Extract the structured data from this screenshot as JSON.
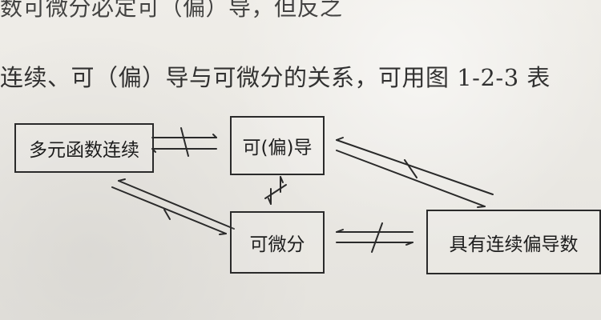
{
  "text_lines": {
    "line1": "数可微分必定可（偏）导，但反之",
    "line2": "连续、可（偏）导与可微分的关系，可用图 1-2-3 表"
  },
  "nodes": {
    "multi": "多元函数连续",
    "partial": "可(偏)导",
    "diff": "可微分",
    "cont": "具有连续偏导数"
  },
  "colors": {
    "ink": "#1d1d1d",
    "paper": "#e9e7e2"
  }
}
